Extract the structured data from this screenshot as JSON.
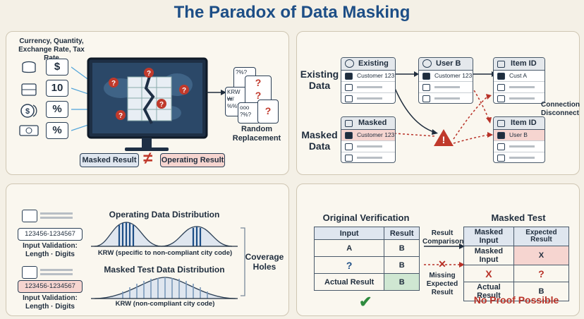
{
  "title": "The Paradox of Data Masking",
  "panel1": {
    "fields_label": "Currency, Quantity, Exchange Rate, Tax Rate",
    "field_icons": [
      "$",
      "10",
      "%",
      "%"
    ],
    "random_label": "Random Replacement",
    "random_codes": [
      "?%?",
      "KRW",
      "₩/",
      "%%?",
      "ooo",
      "?%?"
    ],
    "masked_result": "Masked Result",
    "not_equal": "≠",
    "operating_result": "Operating Result"
  },
  "panel2": {
    "existing_data": "Existing Data",
    "masked_data": "Masked Data",
    "cards": {
      "existing": {
        "title": "Existing",
        "value": "Customer 123"
      },
      "userb": {
        "title": "User B",
        "value": "Customer 123"
      },
      "itemid_top": {
        "title": "Item ID",
        "value": "Cust A"
      },
      "masked": {
        "title": "Masked",
        "value": "Customer 123"
      },
      "itemid_bottom": {
        "title": "Item ID",
        "value": "User B"
      }
    },
    "disconnect": "Connection Disconnect"
  },
  "panel3": {
    "input_value_1": "123456-1234567",
    "input_value_2": "123456-1234567",
    "validation_label": "Input Validation: Length · Digits",
    "operating_title": "Operating Data Distribution",
    "operating_axis": "KRW (specific to non-compliant city code)",
    "masked_title": "Masked Test Data Distribution",
    "masked_axis": "KRW (non-compliant city code)",
    "coverage": "Coverage Holes"
  },
  "panel4": {
    "original_title": "Original Verification",
    "original_headers": [
      "Input",
      "Result"
    ],
    "original_rows": [
      [
        "A",
        "B"
      ],
      [
        "?",
        "B"
      ],
      [
        "Actual Result",
        "B"
      ]
    ],
    "compare_label": "Result Comparison",
    "missing_label": "Missing Expected Result",
    "masked_title": "Masked Test",
    "masked_headers": [
      "Masked Input",
      "Expected Result"
    ],
    "masked_rows": [
      [
        "Masked Input",
        "X"
      ],
      [
        "X",
        "?"
      ],
      [
        "Actual Result",
        "B"
      ]
    ],
    "check": "✔",
    "no_proof": "No Proof Possible"
  },
  "colors": {
    "accent": "#1d4e86",
    "pink": "#f6d5d0",
    "red": "#b83228",
    "green": "#2e8b3e"
  }
}
